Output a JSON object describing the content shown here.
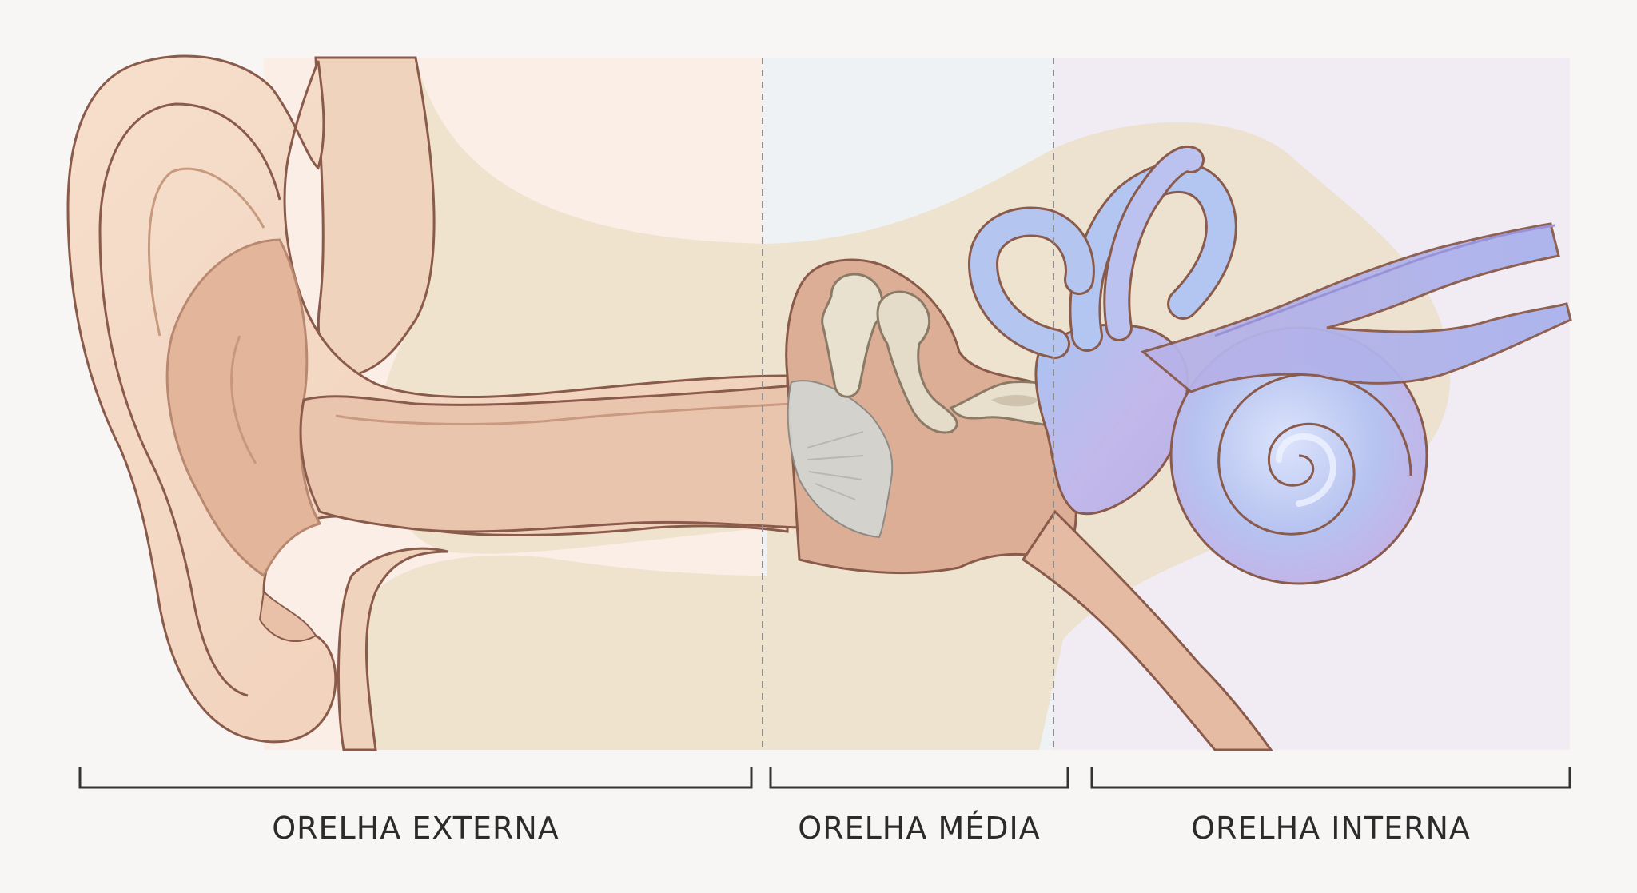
{
  "diagram": {
    "regions": [
      {
        "id": "externa",
        "label": "ORELHA EXTERNA",
        "color": "#f9ece4"
      },
      {
        "id": "media",
        "label": "ORELHA MÉDIA",
        "color": "#eef2f4"
      },
      {
        "id": "interna",
        "label": "ORELHA INTERNA",
        "color": "#f0eaf3"
      }
    ],
    "colors": {
      "skin": "#f1d5c0",
      "skin_shadow": "#dfb49a",
      "canal_flesh": "#e8c2a8",
      "cavity": "#dcaa90",
      "bone": "#ecdcc4",
      "ossicle": "#e6dfcf",
      "eardrum": "#d3d3cf",
      "labyrinth_blue": "#b7c8ef",
      "labyrinth_purple": "#c3b6e6",
      "outline": "#8a5a4a"
    }
  }
}
